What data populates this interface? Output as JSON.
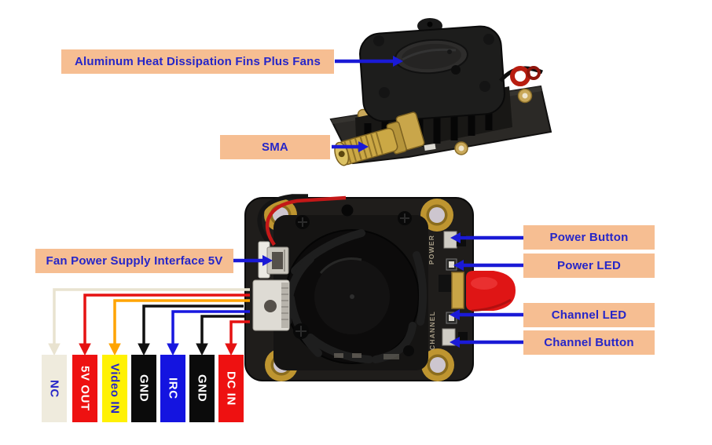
{
  "colors": {
    "label_bg": "#F6BE92",
    "label_text": "#2626C8",
    "arrow_blue": "#1A1AD6",
    "sma_cap_red": "#DF1515"
  },
  "callouts": {
    "heatsink": "Aluminum Heat Dissipation Fins Plus Fans",
    "sma": "SMA",
    "fan_power": "Fan Power Supply Interface 5V",
    "power_button": "Power Button",
    "power_led": "Power LED",
    "channel_led": "Channel LED",
    "channel_button": "Channel Button"
  },
  "pins": [
    {
      "label": "NC",
      "bg": "#EFEBDD",
      "fg": "#2626C8",
      "wire": "#E9E3D0"
    },
    {
      "label": "5V OUT",
      "bg": "#EE1111",
      "fg": "#FFFFFF",
      "wire": "#E51212"
    },
    {
      "label": "Video IN",
      "bg": "#FFF104",
      "fg": "#2626C8",
      "wire": "#FFA400"
    },
    {
      "label": "GND",
      "bg": "#0B0B0B",
      "fg": "#FFFFFF",
      "wire": "#101010"
    },
    {
      "label": "IRC",
      "bg": "#1414E0",
      "fg": "#FFFFFF",
      "wire": "#1717DF"
    },
    {
      "label": "GND",
      "bg": "#0B0B0B",
      "fg": "#FFFFFF",
      "wire": "#101010"
    },
    {
      "label": "DC IN",
      "bg": "#EE1111",
      "fg": "#FFFFFF",
      "wire": "#E51212"
    }
  ],
  "board_silkscreen": {
    "power": "POWER",
    "channel": "CHANNEL"
  }
}
